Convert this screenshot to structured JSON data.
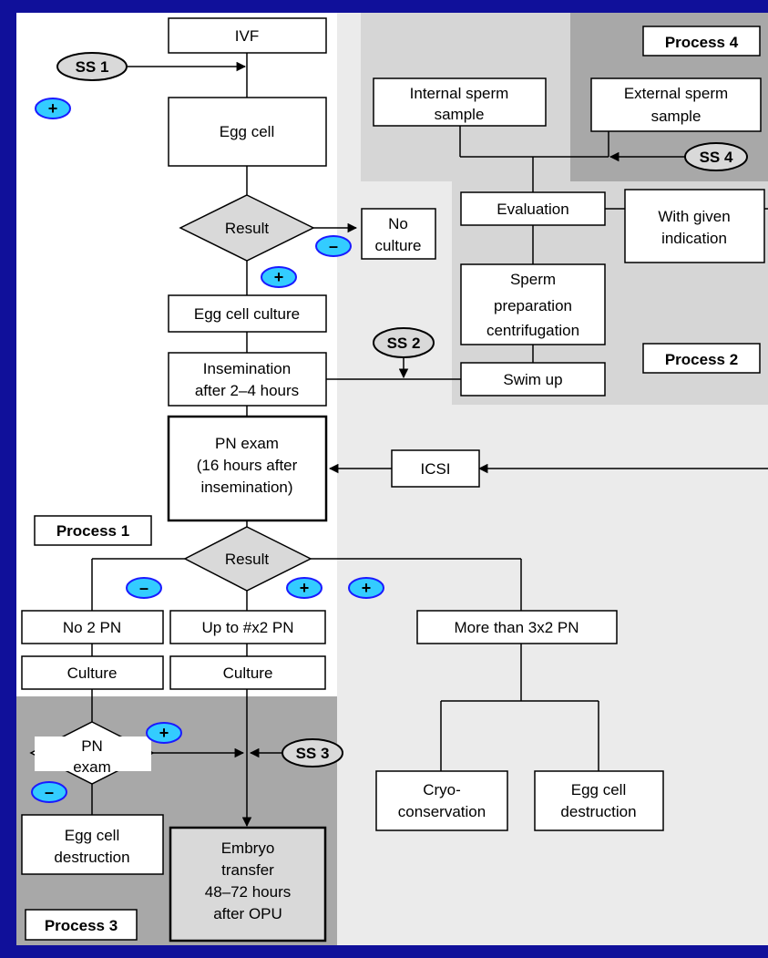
{
  "colors": {
    "frame": "#10109a",
    "panel_white": "#ffffff",
    "panel_light": "#ebebeb",
    "panel_mid": "#d6d6d6",
    "panel_dark": "#a8a8a8",
    "sign_fill": "#33ccff",
    "sign_border": "#1a1aff",
    "decision_fill": "#d9d9d9"
  },
  "process_labels": {
    "p1": "Process 1",
    "p2": "Process 2",
    "p3": "Process 3",
    "p4": "Process 4"
  },
  "nodes": {
    "ivf": "IVF",
    "egg_cell": "Egg cell",
    "result1": "Result",
    "no_culture": [
      "No",
      "culture"
    ],
    "egg_cell_culture": "Egg cell culture",
    "insemination": [
      "Insemination",
      "after 2–4 hours"
    ],
    "pn_exam": [
      "PN exam",
      "(16 hours after",
      "insemination)"
    ],
    "icsi": "ICSI",
    "result2": "Result",
    "no_2pn": "No 2 PN",
    "up_to_pn": "Up to #x2 PN",
    "more_than_pn": "More than 3x2 PN",
    "culture_left": "Culture",
    "culture_mid": "Culture",
    "pn_exam_small": [
      "PN",
      "exam"
    ],
    "egg_destruction_left": [
      "Egg cell",
      "destruction"
    ],
    "embryo_transfer": [
      "Embryo",
      "transfer",
      "48–72 hours",
      "after OPU"
    ],
    "cryo": [
      "Cryo-",
      "conservation"
    ],
    "egg_destruction_right": [
      "Egg cell",
      "destruction"
    ],
    "internal_sperm": [
      "Internal sperm",
      "sample"
    ],
    "external_sperm": [
      "External sperm",
      "sample"
    ],
    "evaluation": "Evaluation",
    "with_indication": [
      "With given",
      "indication"
    ],
    "sperm_prep": [
      "Sperm",
      "preparation",
      "centrifugation"
    ],
    "swim_up": "Swim up"
  },
  "ss_labels": {
    "ss1": "SS 1",
    "ss2": "SS 2",
    "ss3": "SS 3",
    "ss4": "SS 4"
  },
  "signs": {
    "plus": "+",
    "minus": "–"
  }
}
